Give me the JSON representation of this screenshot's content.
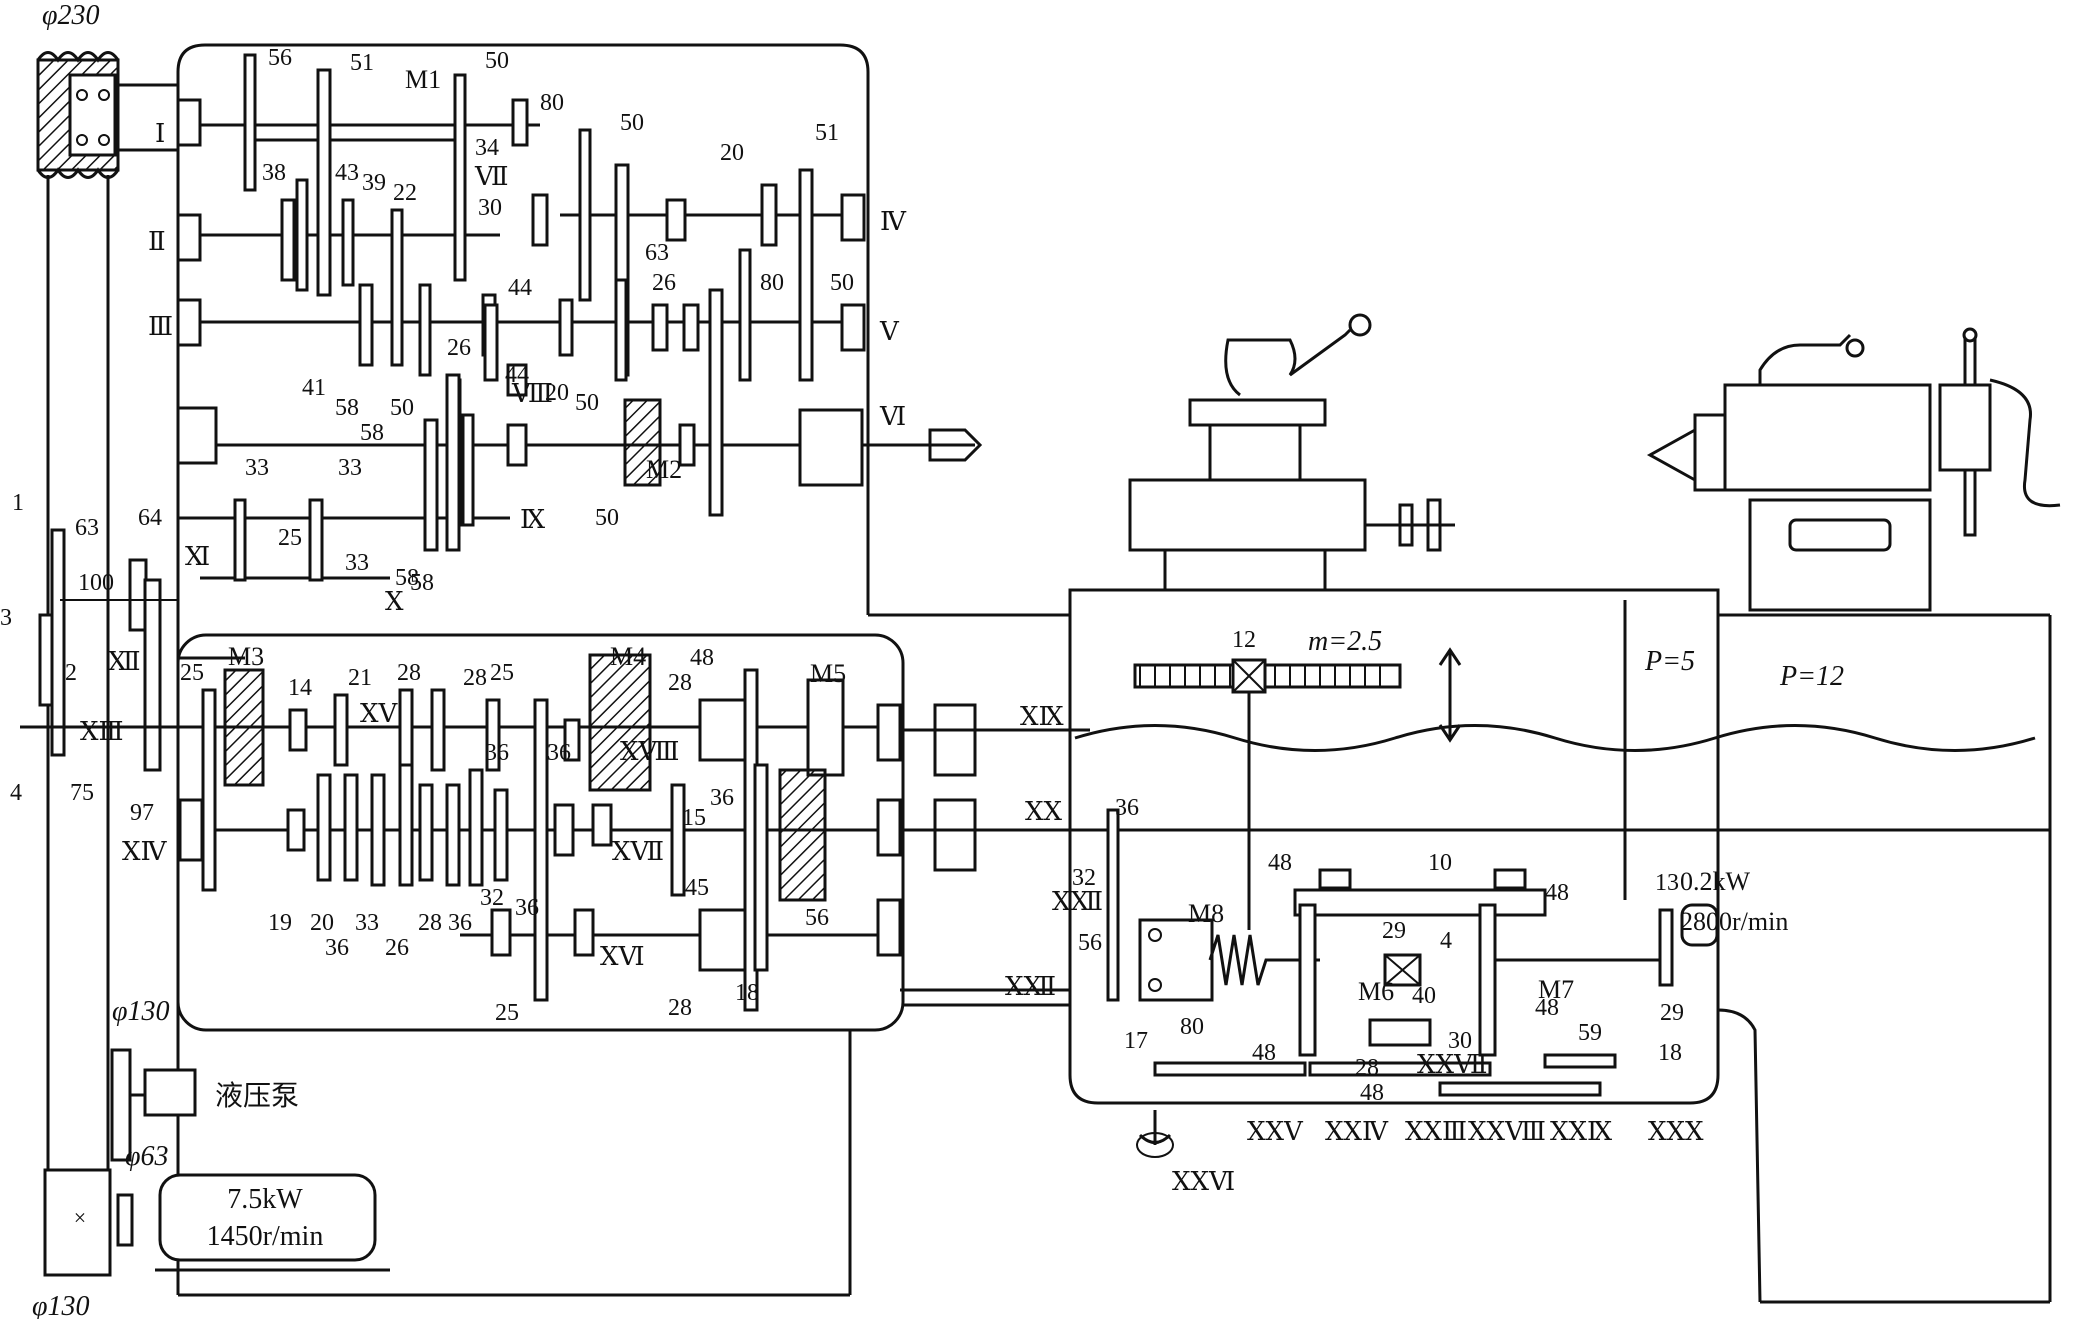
{
  "title": "",
  "gear_labels": [
    "56",
    "51",
    "50",
    "34",
    "30",
    "80",
    "50",
    "63",
    "20",
    "51",
    "80",
    "50",
    "26",
    "38",
    "43",
    "39",
    "22",
    "44",
    "44",
    "20",
    "50",
    "41",
    "58",
    "50",
    "26",
    "58",
    "50",
    "58",
    "33",
    "33",
    "25",
    "33",
    "58",
    "1",
    "3",
    "2",
    "4",
    "63",
    "64",
    "100",
    "75",
    "97",
    "25",
    "14",
    "21",
    "28",
    "28",
    "25",
    "48",
    "28",
    "36",
    "36",
    "36",
    "15",
    "45",
    "56",
    "19",
    "20",
    "36",
    "33",
    "26",
    "28",
    "36",
    "32",
    "36",
    "25",
    "28",
    "18",
    "12",
    "36",
    "32",
    "56",
    "48",
    "10",
    "48",
    "29",
    "4",
    "40",
    "30",
    "48",
    "17",
    "80",
    "48",
    "28",
    "59",
    "18",
    "48",
    "13",
    "29"
  ],
  "shaft_labels": [
    "Ⅰ",
    "Ⅱ",
    "Ⅲ",
    "Ⅳ",
    "Ⅴ",
    "Ⅵ",
    "Ⅶ",
    "Ⅷ",
    "Ⅸ",
    "Ⅹ",
    "Ⅺ",
    "Ⅻ",
    "ⅩⅢ",
    "ⅩⅣ",
    "ⅩⅤ",
    "ⅩⅥ",
    "ⅩⅦ",
    "ⅩⅧ",
    "ⅩⅨ",
    "ⅩⅩ",
    "ⅩⅫ",
    "ⅩⅫ",
    "ⅩⅩⅢ",
    "ⅩⅩⅣ",
    "ⅩⅩⅤ",
    "ⅩⅩⅥ",
    "ⅩⅩⅦ",
    "ⅩⅩⅧ",
    "ⅩⅩⅨ",
    "ⅩⅩⅩ"
  ],
  "clutches": [
    "M1",
    "M2",
    "M3",
    "M4",
    "M5",
    "M6",
    "M7",
    "M8"
  ],
  "dimensions": {
    "d230": "φ230",
    "d130a": "φ130",
    "d130b": "φ130",
    "d63": "φ63"
  },
  "motor_main": {
    "power": "7.5kW",
    "speed": "1450r/min"
  },
  "motor_rapid": {
    "power": "0.2kW",
    "speed": "2800r/min"
  },
  "hydraulic_pump": "液压泵",
  "rack": "m=2.5",
  "leadscrew": "P=12",
  "feed_rod_pitch": "P=5"
}
